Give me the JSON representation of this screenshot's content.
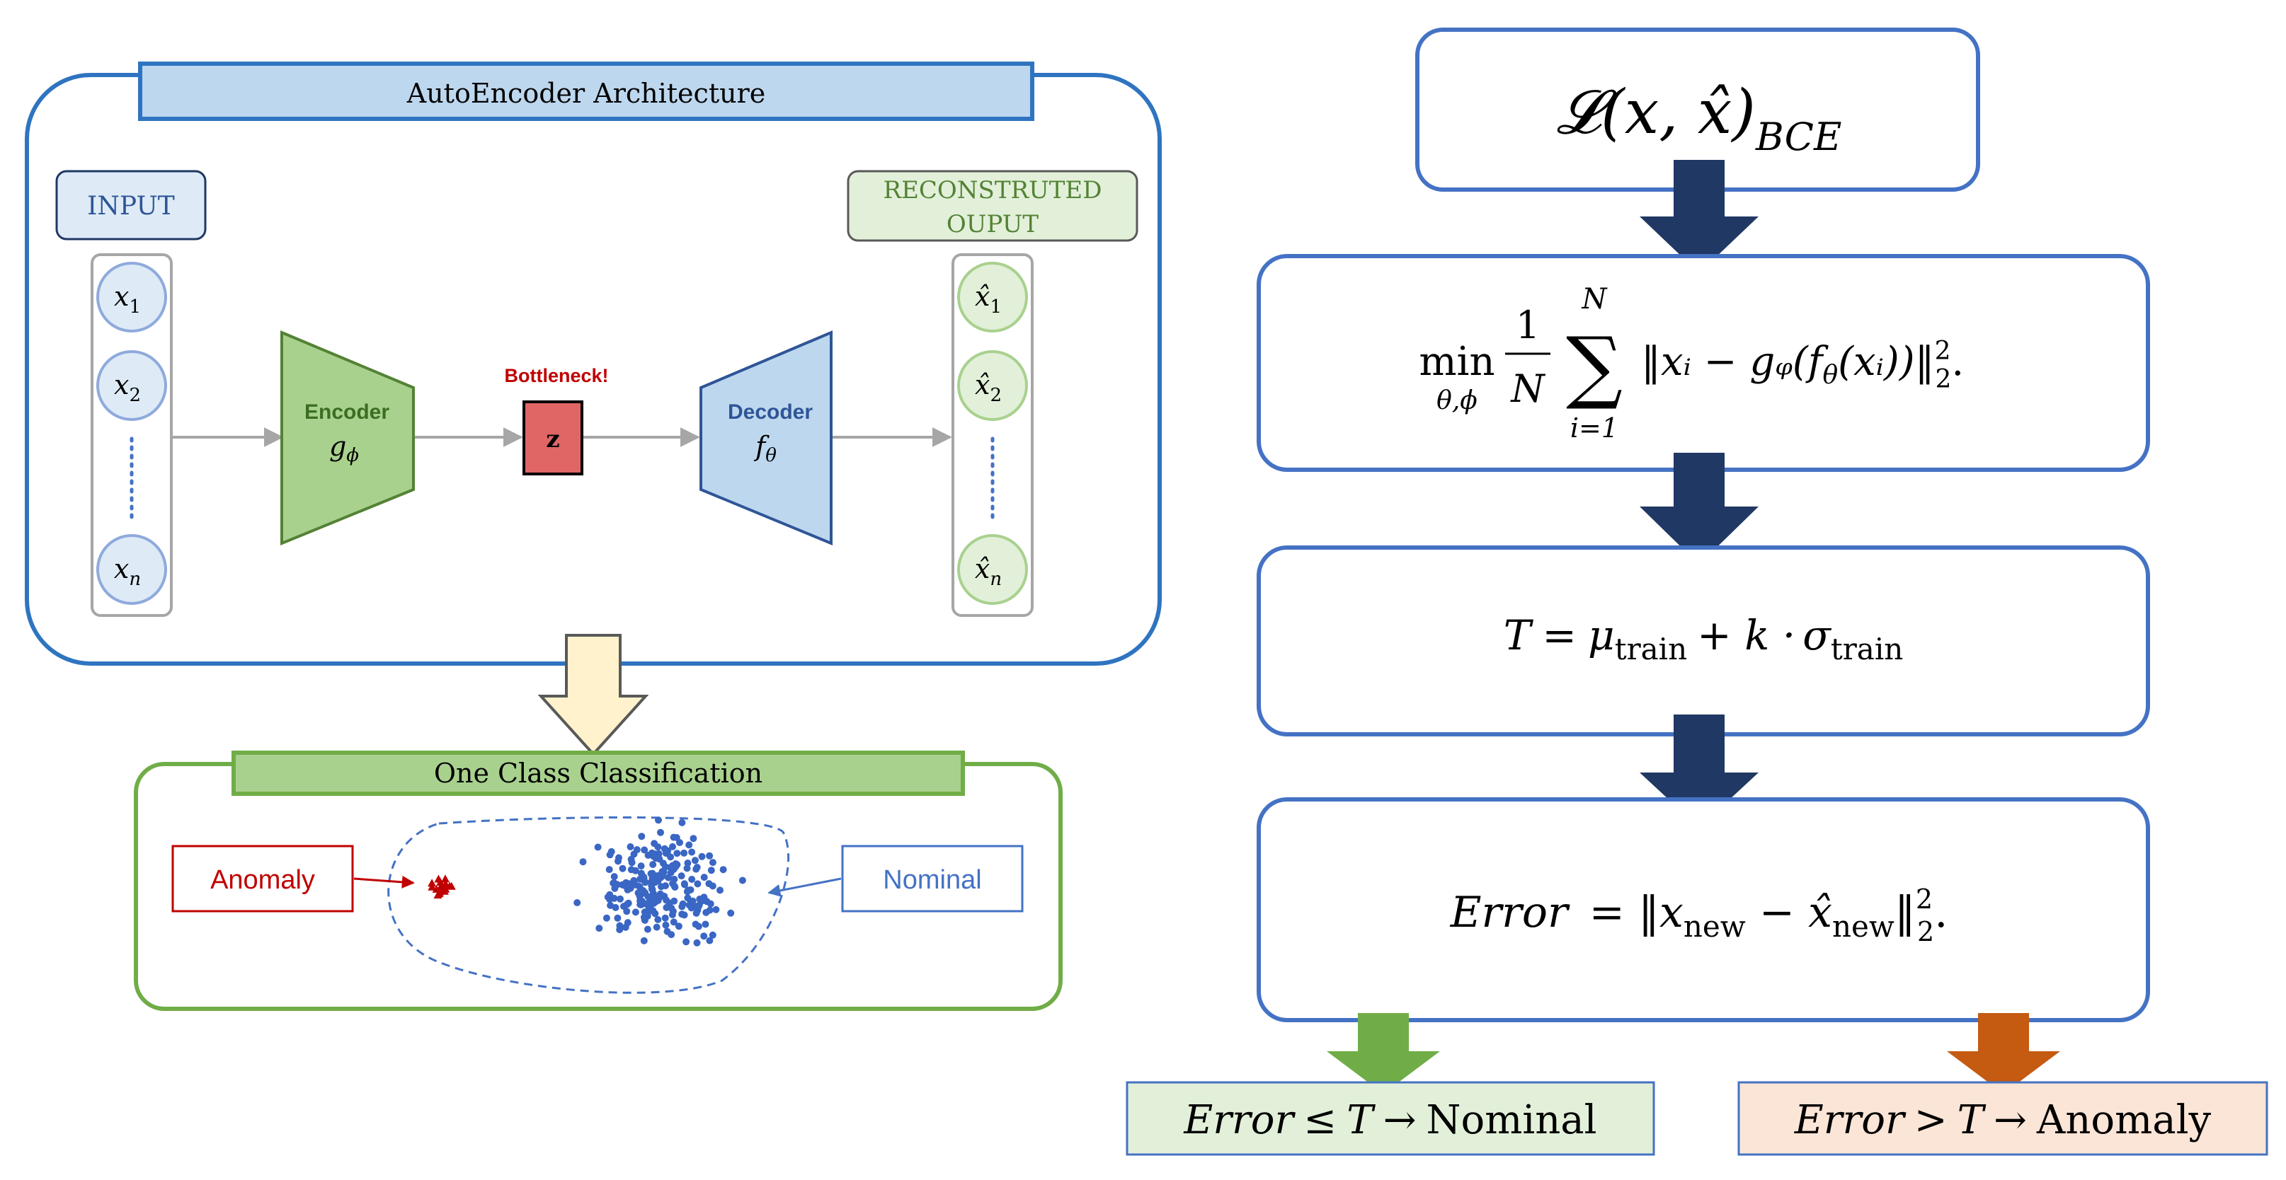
{
  "autoencoder": {
    "title": "AutoEncoder  Architecture",
    "input_label": "INPUT",
    "output_label_line1": "RECONSTRUTED",
    "output_label_line2": "OUPUT",
    "inputs": [
      {
        "base": "x",
        "sub": "1"
      },
      {
        "base": "x",
        "sub": "2"
      },
      {
        "base": "x",
        "sub": "n"
      }
    ],
    "outputs": [
      {
        "base": "x̂",
        "sub": "1"
      },
      {
        "base": "x̂",
        "sub": "2"
      },
      {
        "base": "x̂",
        "sub": "n"
      }
    ],
    "encoder_label": "Encoder",
    "encoder_fn": "g",
    "encoder_fn_sub": "ϕ",
    "bottleneck_label": "Bottleneck!",
    "bottleneck_var": "z",
    "decoder_label": "Decoder",
    "decoder_fn": "f",
    "decoder_fn_sub": "θ"
  },
  "occ": {
    "title": "One Class Classification",
    "anomaly_label": "Anomaly",
    "nominal_label": "Nominal"
  },
  "flow": {
    "loss": {
      "main": "𝓛(x, x̂)",
      "sub": "BCE"
    },
    "objective": {
      "min_word": "min",
      "min_sub": "θ,ϕ",
      "frac_num": "1",
      "frac_den": "N",
      "sum_sym": "∑",
      "sum_top": "N",
      "sum_bottom": "i=1",
      "body": "‖xᵢ − gᵩ(f",
      "body_theta": "θ",
      "body_tail": "(xᵢ))‖",
      "norm_sup": "2",
      "norm_sub": "2",
      "end": "."
    },
    "threshold": {
      "lhs": "T",
      "eq": "=",
      "mu": "μ",
      "mu_sub": "train",
      "plus": "+ k ·",
      "sigma": "σ",
      "sigma_sub": "train"
    },
    "error_formula": {
      "word": "Error",
      "eq": "= ‖x",
      "new1": "new",
      "minus": " − x̂",
      "new2": "new",
      "close": "‖",
      "sup": "2",
      "sub": "2",
      "end": "."
    },
    "nominal_rule": {
      "word": "Error",
      "op": "≤",
      "var": "T",
      "arrow": "→",
      "label": "Nominal"
    },
    "anomaly_rule": {
      "word": "Error",
      "op": ">",
      "var": "T",
      "arrow": "→",
      "label": "Anomaly"
    }
  },
  "colors": {
    "blue_border": "#2F74C0",
    "title_fill": "#BDD7EE",
    "green_border": "#70AD47",
    "green_title": "#A9D18E",
    "navy_arrow": "#203864",
    "encoder_fill": "#A9D18E",
    "decoder_fill": "#BDD7EE",
    "bottleneck_fill": "#E06666",
    "anomaly_red": "#C00000",
    "nominal_blue": "#4472C4",
    "dot_blue": "#3A66C4",
    "yellow_arrow": "#FFF2CC",
    "orange_arrow": "#C55A11",
    "green_arrow": "#70AD47",
    "nominal_box": "#E2F0D9",
    "anomaly_box": "#FBE5D6"
  }
}
